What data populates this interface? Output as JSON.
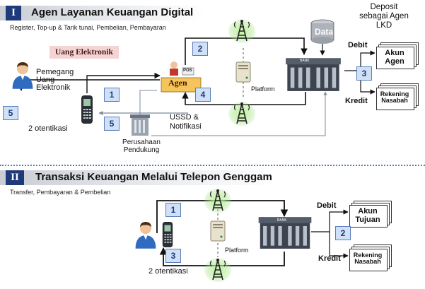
{
  "section1": {
    "number": "I",
    "title": "Agen Layanan Keuangan Digital",
    "subtitle": "Register, Top-up & Tarik tunai,  Pembelian, Pembayaran",
    "uang_elektronik": "Uang Elektronik",
    "holder_label_1": "Pemegang",
    "holder_label_2": "Uang",
    "holder_label_3": "Elektronik",
    "otentikasi": "2 otentikasi",
    "agent_sign": "Agen",
    "pos_label": "POS",
    "data_label": "Data",
    "platform": "Platform",
    "ussd_1": "USSD &",
    "ussd_2": "Notifikasi",
    "support_1": "Perusahaan",
    "support_2": "Pendukung",
    "deposit_1": "Deposit",
    "deposit_2": "sebagai Agen",
    "deposit_3": "LKD",
    "debit": "Debit",
    "kredit": "Kredit",
    "doc_top_1": "Akun",
    "doc_top_2": "Agen",
    "doc_bot_1": "Rekening",
    "doc_bot_2": "Nasabah",
    "bank_label": "BANK",
    "steps": {
      "s1": "1",
      "s2": "2",
      "s3": "3",
      "s4": "4",
      "s5a": "5",
      "s5b": "5"
    }
  },
  "section2": {
    "number": "II",
    "title": "Transaksi Keuangan Melalui Telepon Genggam",
    "subtitle": "Transfer,  Pembayaran & Pembelian",
    "otentikasi": "2 otentikasi",
    "platform": "Platform",
    "debit": "Debit",
    "kredit": "Kredit",
    "doc_top_1": "Akun",
    "doc_top_2": "Tujuan",
    "doc_bot_1": "Rekening",
    "doc_bot_2": "Nasabah",
    "bank_label": "BANK",
    "steps": {
      "s1": "1",
      "s2": "2",
      "s3": "3"
    }
  },
  "icons": [
    "person-icon",
    "phone-icon",
    "cell-tower-icon",
    "server-icon",
    "bank-icon",
    "database-icon",
    "building-icon",
    "document-stack-icon",
    "agent-booth-icon"
  ],
  "colors": {
    "accent": "#1f3a7a",
    "step_box": "#cfe0f7",
    "uang_bg": "#f4d3d3",
    "tower_glow": "#9be07a"
  }
}
